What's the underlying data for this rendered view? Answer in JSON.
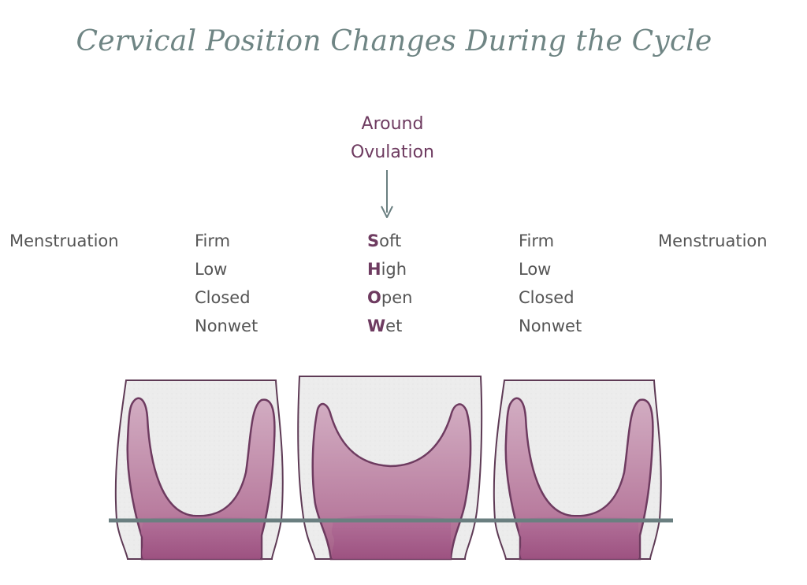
{
  "title": "Cervical Position Changes During the Cycle",
  "ovulation_label": {
    "line1": "Around",
    "line2": "Ovulation"
  },
  "left_phase": "Menstruation",
  "right_phase": "Menstruation",
  "left_cervix": [
    "Firm",
    "Low",
    "Closed",
    "Nonwet"
  ],
  "ovulation_cervix": [
    {
      "lead": "S",
      "rest": "oft"
    },
    {
      "lead": "H",
      "rest": "igh"
    },
    {
      "lead": "O",
      "rest": "pen"
    },
    {
      "lead": "W",
      "rest": "et"
    }
  ],
  "right_cervix": [
    "Firm",
    "Low",
    "Closed",
    "Nonwet"
  ],
  "colors": {
    "title": "#6f8584",
    "accent": "#6e3b60",
    "tissue_light": "#c49ab3",
    "tissue_dark": "#a35e86",
    "outline": "#5e3a55",
    "baseline": "#6a7f80",
    "background_fill": "#ececec"
  }
}
